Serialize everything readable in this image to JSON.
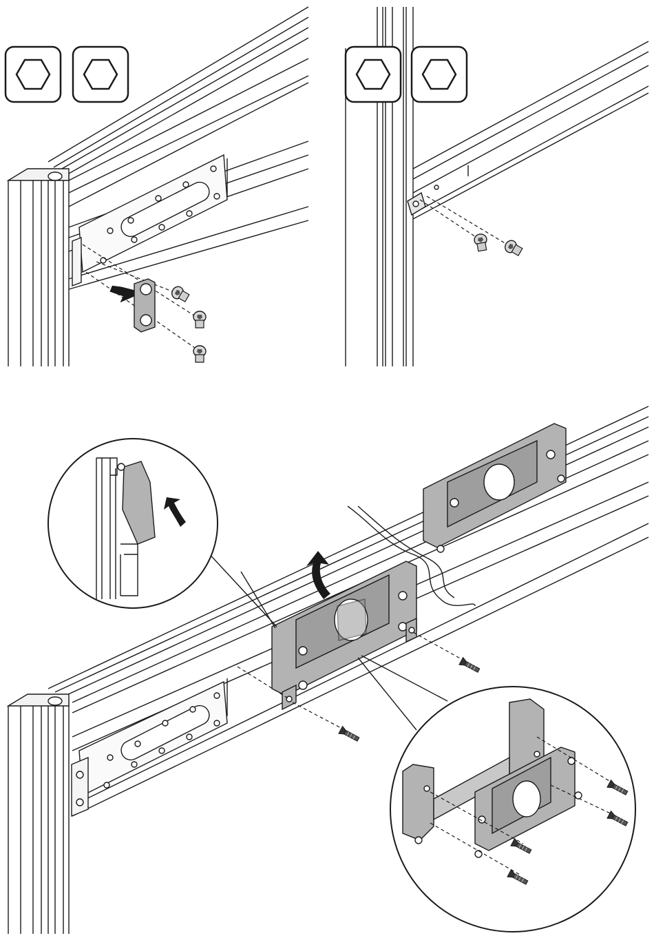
{
  "figure": {
    "panels": [
      {
        "id": "panel-top-left",
        "tools": [
          "hex-key-icon",
          "hex-key-icon"
        ]
      },
      {
        "id": "panel-top-right",
        "tools": [
          "hex-key-icon",
          "hex-key-icon"
        ]
      },
      {
        "id": "panel-bottom",
        "callouts": [
          "rotate-detail-callout",
          "exploded-bracket-callout"
        ]
      }
    ],
    "colors": {
      "line": "#1a1a1a",
      "part_fill": "#b3b3b3",
      "part_dark": "#8c8c8c",
      "rail_fill": "#f4f4f4",
      "background": "#ffffff"
    },
    "icons": [
      "hex-key-icon",
      "push-arrow-icon",
      "rotate-arrow-icon",
      "screw-icon",
      "bracket-plate",
      "slide-rail",
      "upright-post"
    ]
  }
}
